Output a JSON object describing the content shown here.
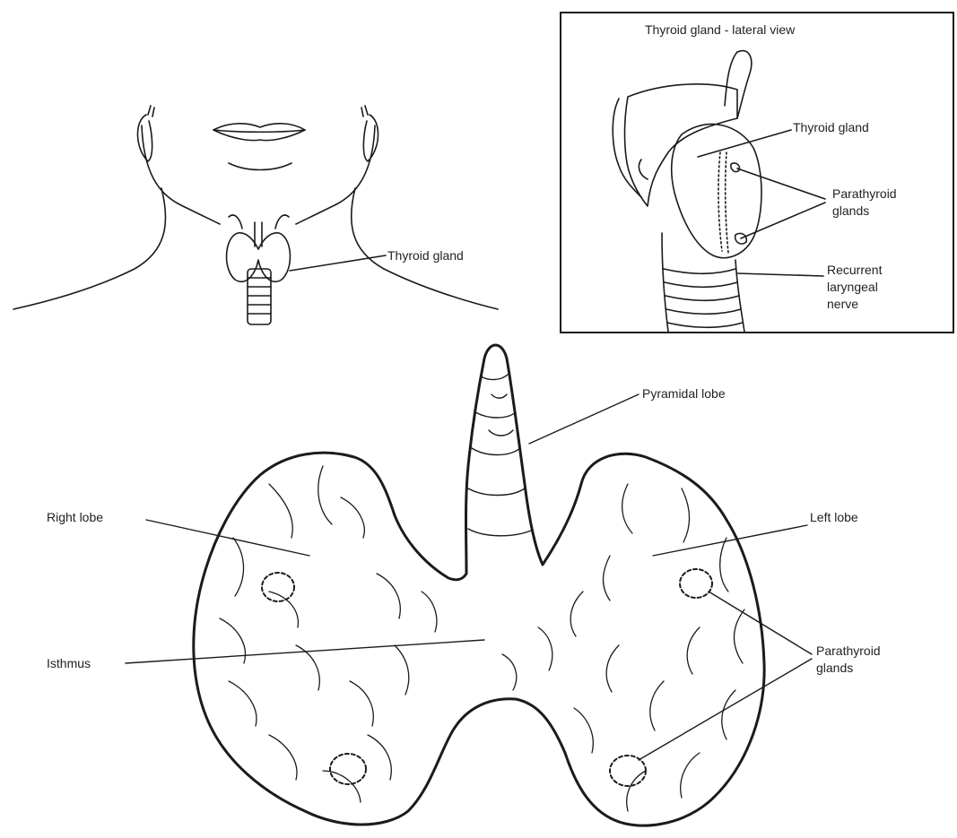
{
  "neck_view": {
    "label_thyroid": "Thyroid gland"
  },
  "inset": {
    "title": "Thyroid gland - lateral view",
    "label_thyroid": "Thyroid gland",
    "label_parathyroid_line1": "Parathyroid",
    "label_parathyroid_line2": "glands",
    "label_nerve_line1": "Recurrent",
    "label_nerve_line2": "laryngeal",
    "label_nerve_line3": "nerve"
  },
  "main_view": {
    "label_pyramidal": "Pyramidal lobe",
    "label_right_lobe": "Right lobe",
    "label_left_lobe": "Left lobe",
    "label_isthmus": "Isthmus",
    "label_parathyroid_line1": "Parathyroid",
    "label_parathyroid_line2": "glands"
  },
  "colors": {
    "ink": "#1b1b1b",
    "background": "#ffffff"
  }
}
